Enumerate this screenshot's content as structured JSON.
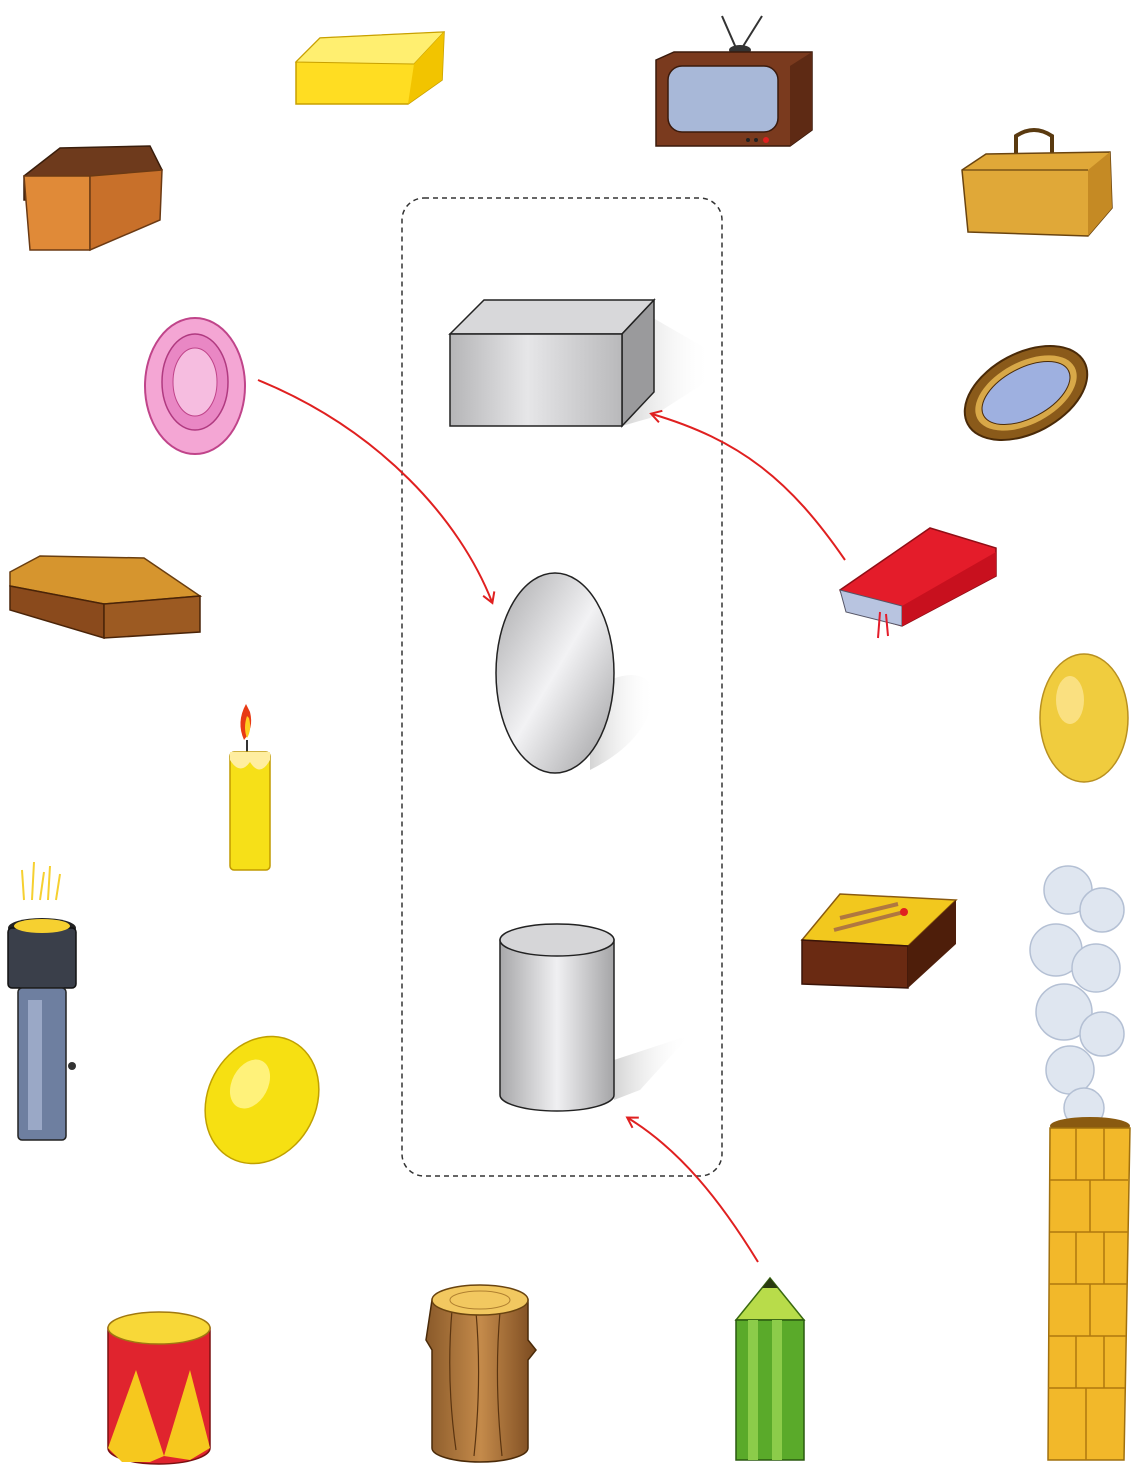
{
  "exercise": {
    "shapes": [
      "cuboid",
      "ellipsoid",
      "cylinder"
    ],
    "objects": [
      "bread-loaf",
      "butter-block",
      "television",
      "suitcase",
      "pink-plate",
      "oval-mirror",
      "book",
      "cake-slab",
      "egg",
      "candle",
      "matchbox",
      "flashlight",
      "lemon",
      "chimney-with-smoke",
      "drum",
      "tree-stump",
      "pencil"
    ],
    "connections": [
      {
        "from": "pink-plate",
        "to": "ellipsoid"
      },
      {
        "from": "book",
        "to": "cuboid"
      },
      {
        "from": "pencil",
        "to": "cylinder"
      }
    ]
  },
  "colors": {
    "arrow": "#e02020",
    "frame": "#333333",
    "shape_gray": "#c8c8ca"
  }
}
